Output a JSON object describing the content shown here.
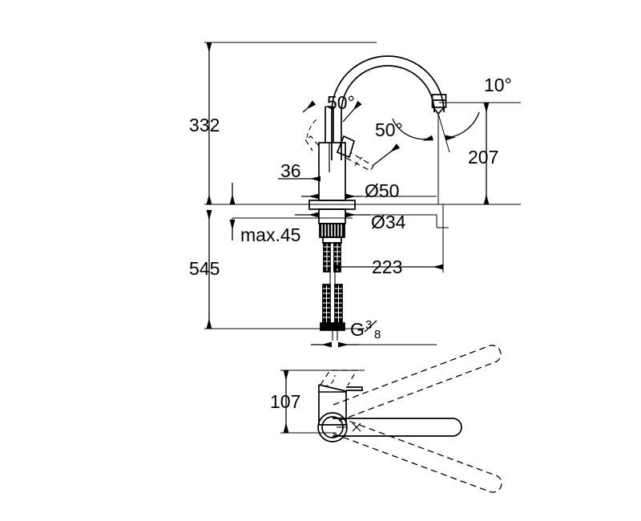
{
  "drawing": {
    "title": "Kitchen mixer tap dimensional drawing",
    "units": "mm",
    "line_color": "#000000",
    "background_color": "#ffffff",
    "views": {
      "elevation": "front elevation with section",
      "plan": "handle swing plan view"
    }
  },
  "dimensions": {
    "total_height_above": "332",
    "total_length_below": "545",
    "spout_height": "207",
    "spout_reach": "223",
    "handle_height": "107",
    "handle_clearance": "36",
    "deck_thickness_max": "max.45",
    "base_diameter": "Ø50",
    "shank_diameter": "Ø34",
    "thread_label": "G",
    "thread_numerator": "3",
    "thread_denominator": "8",
    "handle_angle_left": "50°",
    "handle_angle_right": "50°",
    "aerator_angle": "10°"
  },
  "labels": [
    {
      "id": "d332",
      "text": "332"
    },
    {
      "id": "d545",
      "text": "545"
    },
    {
      "id": "d207",
      "text": "207"
    },
    {
      "id": "d223",
      "text": "223"
    },
    {
      "id": "d107",
      "text": "107"
    },
    {
      "id": "d36",
      "text": "36"
    },
    {
      "id": "dmax45",
      "text": "max.45"
    },
    {
      "id": "dd50",
      "text": "Ø50"
    },
    {
      "id": "dd34",
      "text": "Ø34"
    },
    {
      "id": "a50left",
      "text": "50°"
    },
    {
      "id": "a50right",
      "text": "50°"
    },
    {
      "id": "a10",
      "text": "10°"
    },
    {
      "id": "gthread",
      "text": "G"
    }
  ]
}
